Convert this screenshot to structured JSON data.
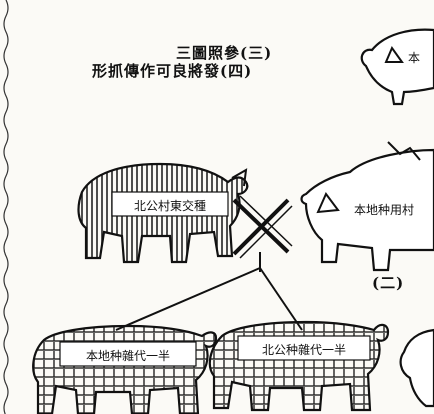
{
  "caption": {
    "line1": "三圖照參(三)",
    "line2": "形抓傳作可良將發(四)"
  },
  "figures": {
    "pig_left_label": "北公村東交種",
    "pig_right_label": "本地种用村",
    "offspring_left_label": "本地种雜代一半",
    "offspring_right_label": "北公种雜代一半",
    "top_right_label": "本",
    "figure_number_2": "(二)"
  }
}
